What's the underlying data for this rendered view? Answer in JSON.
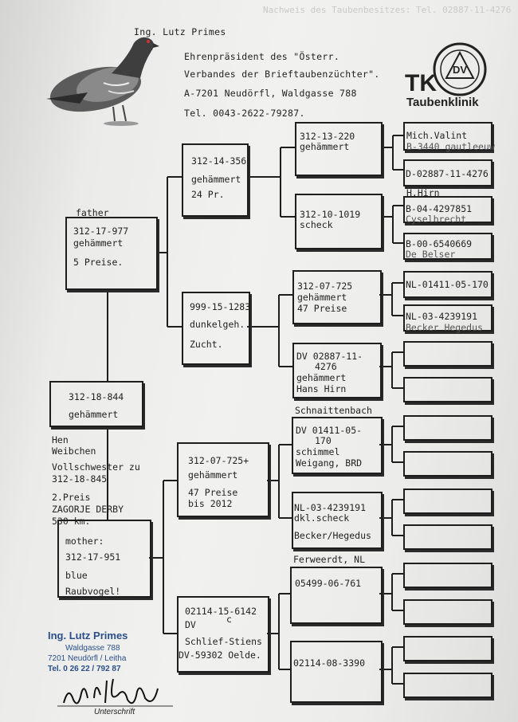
{
  "header": {
    "line1": "Ing. Lutz Primes",
    "line2": "Ehrenpräsident des \"Österr.",
    "line3": "Verbandes der Brieftaubenzüchter\".",
    "line4": "A-7201 Neudörfl, Waldgasse 788",
    "line5": "Tel. 0043-2622-79287."
  },
  "logo": {
    "text_tk": "TK",
    "text_sub": "Taubenklinik",
    "seal_text": "DV"
  },
  "bird": {
    "name": "312-18-844",
    "color": "gehämmert",
    "sex": "Hen",
    "sex_de": "Weibchen",
    "note1": "Vollschwester zu",
    "note2": "312-18-845",
    "note3": "2.Preis",
    "note4": "ZAGORJE DERBY",
    "note5": "530 km."
  },
  "father": {
    "label": "father",
    "line1": "312-17-977",
    "line2": "gehämmert",
    "line3": "5 Preise."
  },
  "mother": {
    "line1": "mother:",
    "line2": "312-17-951",
    "line3": "blue",
    "line4": "Raubvogel!"
  },
  "gen2": {
    "ff": {
      "line1": "312-14-356",
      "line2": "gehämmert",
      "line3": "24 Pr."
    },
    "fm": {
      "line1": "999-15-1283",
      "line2": "dunkelgeh.",
      "line3": "Zucht."
    },
    "mf": {
      "line1": "312-07-725+",
      "line2": "gehämmert",
      "line3": "47 Preise",
      "line4": "bis 2012"
    },
    "mm": {
      "line1": "02114-15-6142",
      "line1b": "c",
      "line2": "DV",
      "line3": "Schlief-Stiens",
      "line4": "DV-59302 Oelde."
    }
  },
  "gen3": {
    "fff": {
      "line1": "312-13-220",
      "line2": "gehämmert"
    },
    "ffm": {
      "line1": "312-10-1019",
      "line2": "scheck"
    },
    "fmf": {
      "line1": "312-07-725",
      "line2": "gehämmert",
      "line3": "47 Preise"
    },
    "fmm": {
      "line1": "DV 02887-11-",
      "line2": "4276",
      "line3": "gehämmert",
      "line4": "Hans Hirn"
    },
    "mff": {
      "above": "Schnaittenbach",
      "line1": "DV 01411-05-",
      "line2": "170",
      "line3": "schimmel",
      "line4": "Weigang, BRD"
    },
    "mfm": {
      "line1": "NL-03-4239191",
      "line2": "dkl.scheck",
      "line3": "Becker/Hegedus"
    },
    "mmf": {
      "above": "Ferweerdt, NL",
      "line1": "05499-06-761"
    },
    "mmm": {
      "line1": "02114-08-3390"
    }
  },
  "gen4": {
    "a1": {
      "line1": "Mich.Valint",
      "line2": "B-3440 gautleeuw"
    },
    "a2": {
      "line1": "D-02887-11-4276"
    },
    "a3": {
      "above": "H.Hirn",
      "line1": "B-04-4297851",
      "line2": "Cyselbrecht"
    },
    "a4": {
      "line1": "B-00-6540669",
      "line2": "De Belser"
    },
    "a5": {
      "line1": "NL-01411-05-170"
    },
    "a6": {
      "line1": "NL-03-4239191",
      "line2": "Becker Hegedus"
    }
  },
  "stamp": {
    "name": "Ing. Lutz Primes",
    "street": "Waldgasse 788",
    "city": "7201 Neudörfl / Leitha",
    "tel": "Tel. 0 26 22 / 792 87",
    "signature_label": "Unterschrift"
  },
  "top_faint": "Nachweis des Taubenbesitzes: Tel. 02887-11-4276"
}
